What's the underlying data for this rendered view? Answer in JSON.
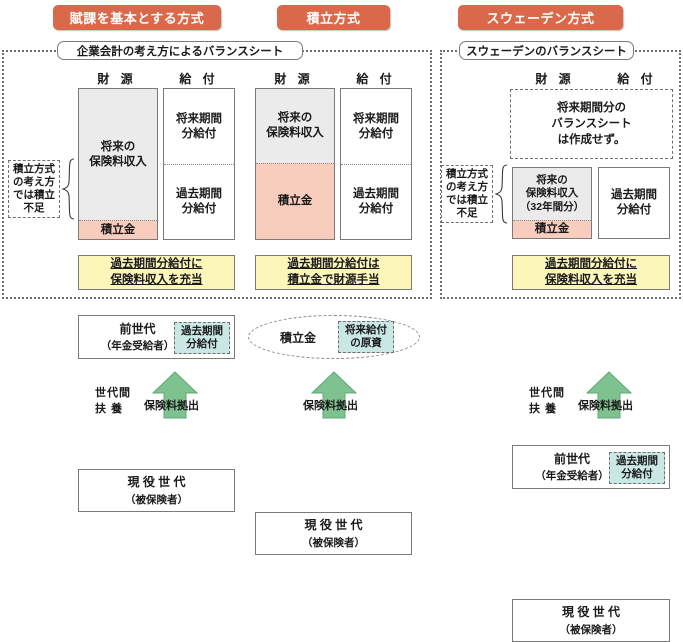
{
  "headers": [
    {
      "label": "賦課を基本とする方式"
    },
    {
      "label": "積立方式"
    },
    {
      "label": "スウェーデン方式"
    }
  ],
  "panels": {
    "left_title": "企業会計の考え方によるバランスシート",
    "right_title": "スウェーデンのバランスシート"
  },
  "captions": {
    "resources": "財 源",
    "benefits": "給 付"
  },
  "bracket_note": {
    "line1": "積立方式",
    "line2": "の考え方",
    "line3": "では積立",
    "line4": "不足"
  },
  "columns": {
    "payg": {
      "resource_main": "将来の\n保険料収入",
      "resource_reserve": "積立金",
      "benefit_future": "将来期間\n分給付",
      "benefit_past": "過去期間\n分給付",
      "note_line1": "過去期間分給付に",
      "note_line2": "保険料収入を充当"
    },
    "funded": {
      "resource_main": "将来の\n保険料収入",
      "resource_reserve": "積立金",
      "benefit_future": "将来期間\n分給付",
      "benefit_past": "過去期間\n分給付",
      "note_line1": "過去期間分給付は",
      "note_line2": "積立金で財源手当"
    },
    "sweden": {
      "future_bs_note": "将来期間分の\nバランスシート\nは作成せず。",
      "resource_main": "将来の\n保険料収入\n（32年間分）",
      "resource_reserve": "積立金",
      "benefit_past": "過去期間\n分給付",
      "note_line1": "過去期間分給付に",
      "note_line2": "保険料収入を充当"
    }
  },
  "bottom": {
    "prev_gen_title": "前世代",
    "prev_gen_sub": "（年金受給者）",
    "past_benefit_tag": "過去期間\n分給付",
    "reserve_ellipse_label": "積立金",
    "future_source_tag": "将来給付\nの原資",
    "support_line1": "世代間",
    "support_line2": "扶 養",
    "contribution": "保険料拠出",
    "active_gen_title": "現 役 世 代",
    "active_gen_sub": "（被保険者）"
  },
  "colors": {
    "pill": "#d9694a",
    "reserve": "#f8cdbd",
    "resource": "#ebebeb",
    "note": "#fcf6b9",
    "cyan": "#c9e7e5",
    "arrow": "#7ec290"
  }
}
